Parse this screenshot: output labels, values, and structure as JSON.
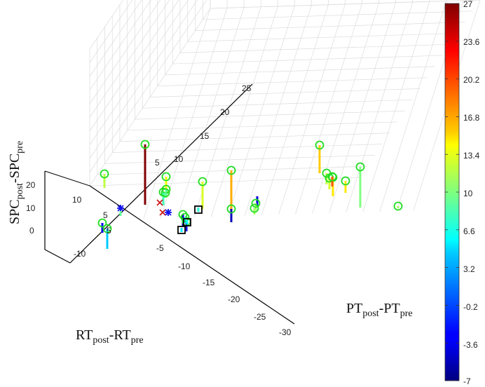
{
  "chart_data": {
    "type": "scatter3d-stem",
    "x_label": {
      "main": "RT",
      "sub1": "post",
      "mid": "-RT",
      "sub2": "pre"
    },
    "y_label": {
      "main": "PT",
      "sub1": "post",
      "mid": "-PT",
      "sub2": "pre"
    },
    "z_label": {
      "main": "SPC",
      "sub1": "post",
      "mid": "-SPC",
      "sub2": "pre"
    },
    "x_ticks": [
      "10",
      "5",
      "5",
      "10",
      "15",
      "20",
      "25"
    ],
    "y_ticks": [
      "5",
      "-5",
      "-10",
      "-15",
      "-20",
      "-25",
      "-30"
    ],
    "z_ticks": [
      "20",
      "10",
      "0",
      "-10"
    ],
    "colorbar": {
      "min": -7,
      "max": 27,
      "ticks": [
        "27",
        "23.6",
        "20.2",
        "16.8",
        "13.4",
        "10",
        "6.6",
        "3.2",
        "-0.2",
        "-3.6",
        "-7"
      ]
    },
    "colors": {
      "circle_marker": "#22dd22",
      "square_marker": "#000000",
      "cross_marker": "#cc1111",
      "star_marker": "#1111ee",
      "grid": "#dcdcdc",
      "axis": "#000000"
    },
    "stems": [
      {
        "value": 12,
        "marker": "circle"
      },
      {
        "value": 27,
        "marker": "circle"
      },
      {
        "value": 14,
        "marker": "circle"
      },
      {
        "value": 8,
        "marker": "circle"
      },
      {
        "value": 13,
        "marker": "circle"
      },
      {
        "value": 17,
        "marker": "circle"
      },
      {
        "value": -5,
        "marker": "circle"
      },
      {
        "value": -4,
        "marker": "none"
      },
      {
        "value": 11,
        "marker": "circle"
      },
      {
        "value": 11,
        "marker": "circle"
      },
      {
        "value": 16,
        "marker": "circle"
      },
      {
        "value": 12,
        "marker": "circle"
      },
      {
        "value": -3,
        "marker": "circle"
      },
      {
        "value": 4,
        "marker": "circle"
      },
      {
        "value": -5,
        "marker": "circle"
      },
      {
        "value": -4,
        "marker": "circle"
      },
      {
        "value": 13,
        "marker": "circle"
      },
      {
        "value": 15,
        "marker": "circle"
      },
      {
        "value": 15,
        "marker": "circle"
      },
      {
        "value": 10,
        "marker": "circle"
      },
      {
        "value": 11,
        "marker": "circle"
      },
      {
        "value": 20,
        "marker": "circle"
      },
      {
        "value": 9,
        "marker": "circle"
      },
      {
        "value": 9,
        "marker": "circle"
      },
      {
        "value": 5,
        "marker": "circle"
      }
    ],
    "squares": [
      {
        "value": 5
      },
      {
        "value": 6
      },
      {
        "value": 7
      }
    ],
    "crosses": [
      {
        "value": 26
      },
      {
        "value": 26
      }
    ],
    "stars": [
      {
        "value": -3
      },
      {
        "value": -4
      }
    ]
  }
}
